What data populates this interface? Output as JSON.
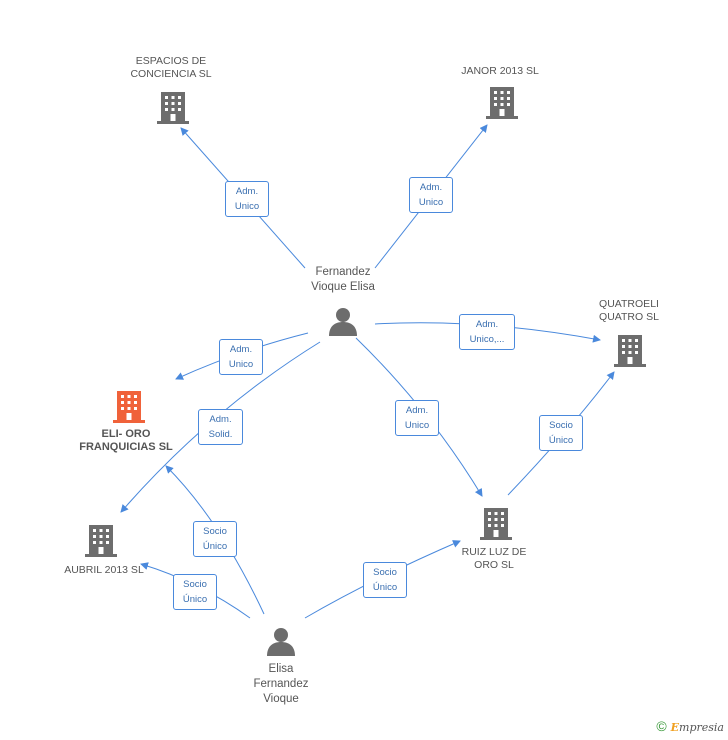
{
  "nodes": {
    "espacios": "ESPACIOS DE\nCONCIENCIA SL",
    "janor": "JANOR 2013 SL",
    "quatroeli": "QUATROELI\nQUATRO SL",
    "elioro": "ELI- ORO\nFRANQUICIAS SL",
    "aubril": "AUBRIL 2013 SL",
    "ruizluz": "RUIZ LUZ DE\nORO SL",
    "fernandez": "Fernandez\nVioque Elisa",
    "elisa": "Elisa\nFernandez\nVioque"
  },
  "edges": {
    "e1": "Adm.\nUnico",
    "e2": "Adm.\nUnico",
    "e3": "Adm.\nUnico,...",
    "e4": "Adm.\nUnico",
    "e5": "Adm.\nSolid.",
    "e6": "Adm.\nUnico",
    "e7": "Socio\nÚnico",
    "e8": "Socio\nÚnico",
    "e9": "Socio\nÚnico",
    "e10": "Socio\nÚnico"
  },
  "colors": {
    "edge": "#4a89dc",
    "building": "#6d6d6d",
    "highlight": "#f0623a",
    "person": "#6d6d6d"
  },
  "footer": {
    "copyright": "©",
    "brand_first": "E",
    "brand_rest": "mpresia"
  }
}
